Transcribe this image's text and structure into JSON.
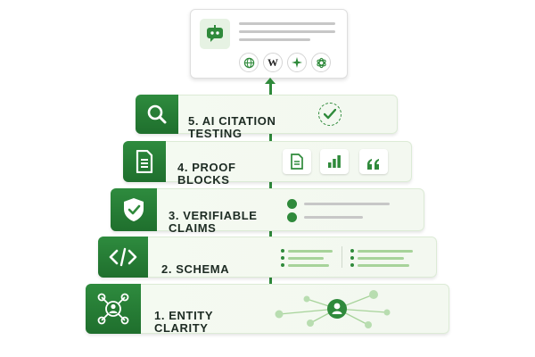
{
  "layers": [
    {
      "number": "5.",
      "title": "AI CITATION\nTESTING",
      "icon": "search-icon"
    },
    {
      "number": "4.",
      "title": "PROOF\nBLOCKS",
      "icon": "document-icon"
    },
    {
      "number": "3.",
      "title": "VERIFIABLE\nCLAIMS",
      "icon": "shield-check-icon"
    },
    {
      "number": "2.",
      "title": "SCHEMA",
      "icon": "code-icon"
    },
    {
      "number": "1.",
      "title": "ENTITY\nCLARITY",
      "icon": "entity-network-icon"
    }
  ],
  "top_card": {
    "icon": "chatbot-icon",
    "engine_badges": [
      "globe-icon",
      "W",
      "sparkle-icon",
      "openai-icon"
    ]
  },
  "proof_tiles": [
    "document-icon",
    "bar-chart-icon",
    "quote-icon"
  ],
  "colors": {
    "accent": "#2f8a3b",
    "dark_green": "#1f6f2d",
    "light_green": "#a7d39a",
    "panel": "#f4faf1"
  }
}
